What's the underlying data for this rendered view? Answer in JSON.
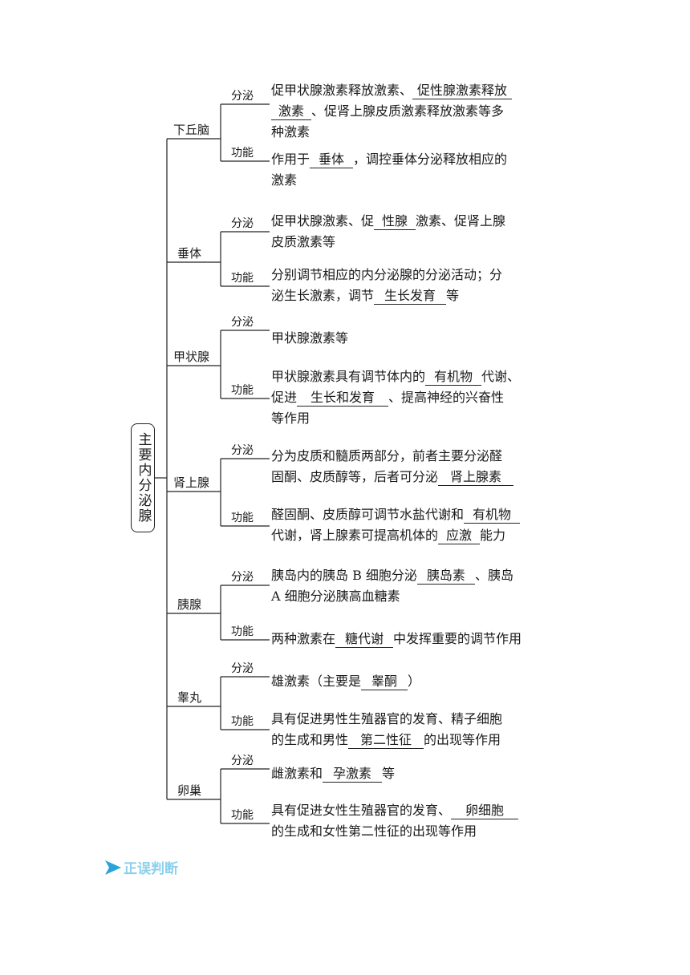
{
  "root_label": "主要内分泌腺",
  "kind_labels": {
    "secretion": "分泌",
    "function": "功能"
  },
  "glands": [
    {
      "name": "下丘脑",
      "secretion": [
        "促甲状腺激素释放激素、",
        {
          "blank": "促性腺激素释放"
        },
        "\n",
        {
          "blank": "激素"
        },
        "、促肾上腺皮质激素释放激素等多",
        "\n",
        "种激素"
      ],
      "function": [
        "作用于",
        {
          "blank": "垂体"
        },
        "，调控垂体分泌释放相应的",
        "\n",
        "激素"
      ]
    },
    {
      "name": "垂体",
      "secretion": [
        "促甲状腺激素、促",
        {
          "blank": "性腺"
        },
        "激素、促肾上腺",
        "\n",
        "皮质激素等"
      ],
      "function": [
        "分别调节相应的内分泌腺的分泌活动；分",
        "\n",
        "泌生长激素，调节",
        {
          "blank": "生长发育"
        },
        "等"
      ]
    },
    {
      "name": "甲状腺",
      "secretion": [
        "甲状腺激素等"
      ],
      "function": [
        "甲状腺激素具有调节体内的",
        {
          "blank": "有机物"
        },
        "代谢、",
        "\n",
        "促进",
        {
          "blank": "生长和发育"
        },
        "、提高神经的兴奋性",
        "\n",
        "等作用"
      ]
    },
    {
      "name": "肾上腺",
      "secretion": [
        "分为皮质和髓质两部分，前者主要分泌醛",
        "\n",
        "固酮、皮质醇等，后者可分泌",
        {
          "blank": "肾上腺素"
        }
      ],
      "function": [
        "醛固酮、皮质醇可调节水盐代谢和",
        {
          "blank": "有机物"
        },
        "\n",
        "代谢，肾上腺素可提高机体的",
        {
          "blank": "应激"
        },
        "能力"
      ]
    },
    {
      "name": "胰腺",
      "secretion": [
        "胰岛内的胰岛 B 细胞分泌",
        {
          "blank": "胰岛素"
        },
        "、胰岛",
        "\n",
        "A 细胞分泌胰高血糖素"
      ],
      "function": [
        "两种激素在",
        {
          "blank": "糖代谢"
        },
        "中发挥重要的调节作用"
      ]
    },
    {
      "name": "睾丸",
      "secretion": [
        "雄激素（主要是",
        {
          "blank": "睾酮"
        },
        "）"
      ],
      "function": [
        "具有促进男性生殖器官的发育、精子细胞",
        "\n",
        "的生成和男性",
        {
          "blank": "第二性征"
        },
        "的出现等作用"
      ]
    },
    {
      "name": "卵巢",
      "secretion": [
        "雌激素和",
        {
          "blank": "孕激素"
        },
        "等"
      ],
      "function": [
        "具有促进女性生殖器官的发育、",
        {
          "blank": "卵细胞"
        },
        "\n",
        "的生成和女性第二性征的出现等作用"
      ]
    }
  ],
  "section_heading": "正误判断",
  "colors": {
    "ink": "#1a1a1a",
    "heading": "#8ad0ec",
    "arrow": "#2aa3d9"
  }
}
